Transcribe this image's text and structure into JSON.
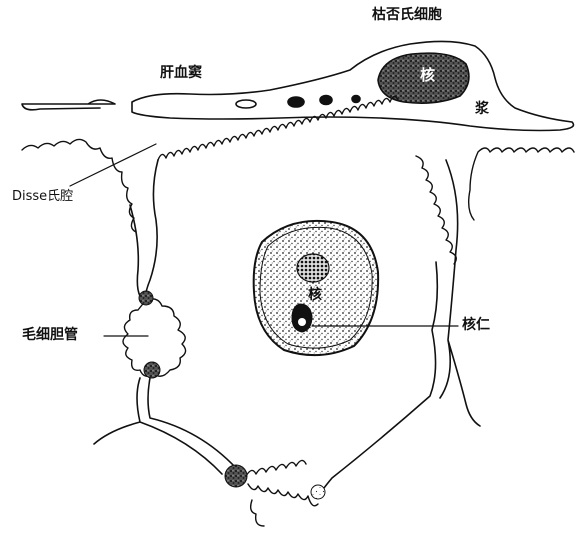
{
  "labels": {
    "kupffer_cell": "枯否氏细胞",
    "sinusoid": "肝血窦",
    "kupffer_nucleus": "核",
    "plasma": "浆",
    "disse_space": "Disse氏腔",
    "bile_canaliculus": "毛细胆管",
    "hepatocyte_nucleus": "核",
    "nucleolus": "核仁"
  }
}
